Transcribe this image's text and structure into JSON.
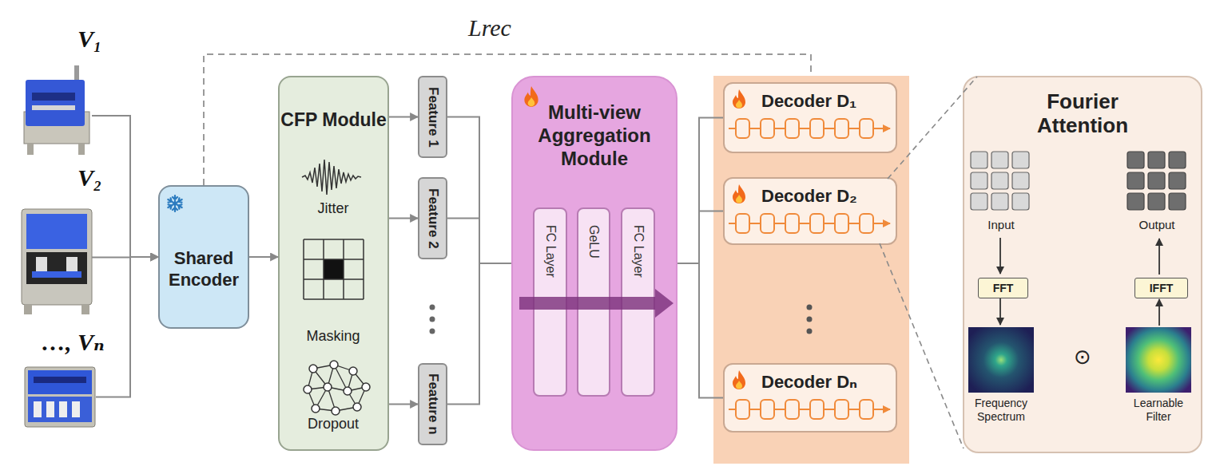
{
  "diagram": {
    "nodes": [
      {
        "text": [
          "V₁"
        ]
      },
      {
        "text": [
          "V₂"
        ]
      },
      {
        "text": [
          "…, Vₙ"
        ]
      },
      {
        "text": [
          "Shared Encoder"
        ]
      },
      {
        "text": [
          "CFP Module"
        ]
      },
      {
        "text": [
          "Feature 1"
        ]
      },
      {
        "text": [
          "Feature 2"
        ]
      },
      {
        "text": [
          "Feature n"
        ]
      },
      {
        "text": [
          "Multi-view Aggregation Module"
        ]
      },
      {
        "text": [
          "FC Layer"
        ],
        "in": 8
      },
      {
        "text": [
          "GeLU"
        ],
        "in": 8
      },
      {
        "text": [
          "FC Layer"
        ],
        "in": 8
      },
      {
        "text": [
          "Decoder D₁"
        ]
      },
      {
        "text": [
          "Decoder D₂"
        ]
      },
      {
        "text": [
          "Decoder Dₙ"
        ]
      },
      {
        "text": [
          "Fourier Attention"
        ]
      },
      {
        "text": [
          "FFT"
        ],
        "in": 15
      },
      {
        "text": [
          "IFFT"
        ],
        "in": 15
      }
    ],
    "edges": [
      {
        "from": 0,
        "to": 3,
        "arrow": "to"
      },
      {
        "from": 1,
        "to": 3,
        "arrow": "to"
      },
      {
        "from": 2,
        "to": 3,
        "arrow": "to"
      },
      {
        "from": 3,
        "to": 4,
        "arrow": "to"
      },
      {
        "from": 4,
        "to": 5,
        "arrow": "to"
      },
      {
        "from": 4,
        "to": 6,
        "arrow": "to"
      },
      {
        "from": 4,
        "to": 7,
        "arrow": "to"
      },
      {
        "from": 5,
        "to": 8,
        "arrow": "none"
      },
      {
        "from": 6,
        "to": 8,
        "arrow": "none"
      },
      {
        "from": 7,
        "to": 8,
        "arrow": "none"
      },
      {
        "from": 8,
        "to": 12,
        "arrow": "none"
      },
      {
        "from": 8,
        "to": 13,
        "arrow": "none"
      },
      {
        "from": 8,
        "to": 14,
        "arrow": "none"
      },
      {
        "from": 13,
        "to": 15,
        "arrow": "none"
      }
    ],
    "labels": [
      "Lrec",
      "Jitter",
      "Masking",
      "Dropout",
      "Input",
      "Output",
      "Frequency Spectrum",
      "⊙",
      "Learnable Filter"
    ]
  }
}
